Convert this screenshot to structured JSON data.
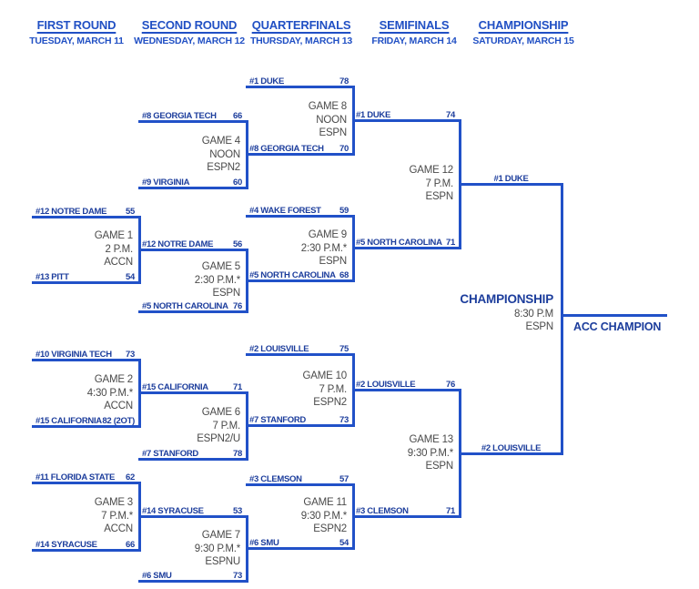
{
  "colors": {
    "line": "#2151c8",
    "team_text": "#1c3d9c",
    "header_text": "#2150c4",
    "info_text": "#4a4a4a",
    "background": "#ffffff"
  },
  "headers": [
    {
      "title": "FIRST ROUND",
      "date": "TUESDAY, MARCH 11"
    },
    {
      "title": "SECOND ROUND",
      "date": "WEDNESDAY, MARCH 12"
    },
    {
      "title": "QUARTERFINALS",
      "date": "THURSDAY, MARCH 13"
    },
    {
      "title": "SEMIFINALS",
      "date": "FRIDAY, MARCH 14"
    },
    {
      "title": "CHAMPIONSHIP",
      "date": "SATURDAY, MARCH 15"
    }
  ],
  "games": {
    "g1": {
      "info": [
        "GAME 1",
        "2 P.M.",
        "ACCN"
      ],
      "top": {
        "name": "#12 NOTRE DAME",
        "score": "55"
      },
      "bottom": {
        "name": "#13 PITT",
        "score": "54"
      }
    },
    "g2": {
      "info": [
        "GAME 2",
        "4:30 P.M.*",
        "ACCN"
      ],
      "top": {
        "name": "#10 VIRGINIA TECH",
        "score": "73"
      },
      "bottom": {
        "name": "#15 CALIFORNIA",
        "score": "82 (2OT)"
      }
    },
    "g3": {
      "info": [
        "GAME 3",
        "7 P.M.*",
        "ACCN"
      ],
      "top": {
        "name": "#11 FLORIDA STATE",
        "score": "62"
      },
      "bottom": {
        "name": "#14 SYRACUSE",
        "score": "66"
      }
    },
    "g4": {
      "info": [
        "GAME 4",
        "NOON",
        "ESPN2"
      ],
      "top": {
        "name": "#8 GEORGIA TECH",
        "score": "66"
      },
      "bottom": {
        "name": "#9 VIRGINIA",
        "score": "60"
      }
    },
    "g5": {
      "info": [
        "GAME 5",
        "2:30 P.M.*",
        "ESPN"
      ],
      "top": {
        "name": "#12 NOTRE DAME",
        "score": "56"
      },
      "bottom": {
        "name": "#5 NORTH CAROLINA",
        "score": "76"
      }
    },
    "g6": {
      "info": [
        "GAME 6",
        "7 P.M.",
        "ESPN2/U"
      ],
      "top": {
        "name": "#15 CALIFORNIA",
        "score": "71"
      },
      "bottom": {
        "name": "#7 STANFORD",
        "score": "78"
      }
    },
    "g7": {
      "info": [
        "GAME 7",
        "9:30 P.M.*",
        "ESPNU"
      ],
      "top": {
        "name": "#14 SYRACUSE",
        "score": "53"
      },
      "bottom": {
        "name": "#6 SMU",
        "score": "73"
      }
    },
    "g8": {
      "info": [
        "GAME 8",
        "NOON",
        "ESPN"
      ],
      "top": {
        "name": "#1 DUKE",
        "score": "78"
      },
      "bottom": {
        "name": "#8 GEORGIA TECH",
        "score": "70"
      }
    },
    "g9": {
      "info": [
        "GAME 9",
        "2:30 P.M.*",
        "ESPN"
      ],
      "top": {
        "name": "#4 WAKE FOREST",
        "score": "59"
      },
      "bottom": {
        "name": "#5 NORTH CAROLINA",
        "score": "68"
      }
    },
    "g10": {
      "info": [
        "GAME 10",
        "7 P.M.",
        "ESPN2"
      ],
      "top": {
        "name": "#2 LOUISVILLE",
        "score": "75"
      },
      "bottom": {
        "name": "#7 STANFORD",
        "score": "73"
      }
    },
    "g11": {
      "info": [
        "GAME 11",
        "9:30 P.M.*",
        "ESPN2"
      ],
      "top": {
        "name": "#3 CLEMSON",
        "score": "57"
      },
      "bottom": {
        "name": "#6 SMU",
        "score": "54"
      }
    },
    "g12": {
      "info": [
        "GAME 12",
        "7 P.M.",
        "ESPN"
      ],
      "top": {
        "name": "#1 DUKE",
        "score": "74"
      },
      "bottom": {
        "name": "#5 NORTH CAROLINA",
        "score": "71"
      }
    },
    "g13": {
      "info": [
        "GAME 13",
        "9:30 P.M.*",
        "ESPN"
      ],
      "top": {
        "name": "#2 LOUISVILLE",
        "score": "76"
      },
      "bottom": {
        "name": "#3 CLEMSON",
        "score": "71"
      }
    },
    "final": {
      "info": [
        "CHAMPIONSHIP",
        "8:30 P.M",
        "ESPN"
      ],
      "top": {
        "name": "#1 DUKE"
      },
      "bottom": {
        "name": "#2 LOUISVILLE"
      },
      "champion": "ACC CHAMPION"
    }
  }
}
